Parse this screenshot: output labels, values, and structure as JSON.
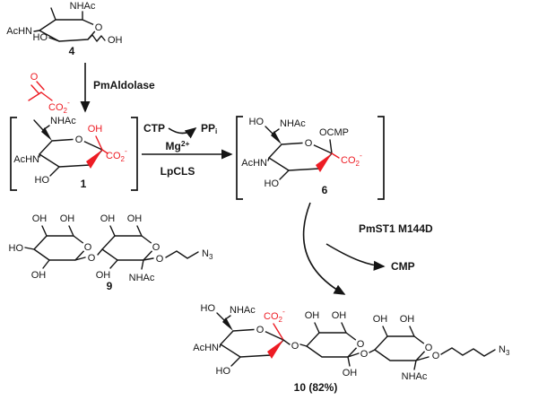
{
  "colors": {
    "highlight": "#ed1c24",
    "ink": "#151515"
  },
  "atoms": {
    "nhac": "NHAc",
    "achn": "AcHN",
    "ho": "HO",
    "oh": "OH",
    "o": "O",
    "ocmp": "OCMP",
    "carboxylate": {
      "main": "CO",
      "sub": "2",
      "sup": "-"
    },
    "azide": {
      "main": "N",
      "sub": "3"
    }
  },
  "compounds": {
    "substrate": {
      "number": "4"
    },
    "aldol_product": {
      "number": "1"
    },
    "cmp_sugar": {
      "number": "6"
    },
    "acceptor": {
      "number": "9"
    },
    "product": {
      "number": "10 (82%)"
    }
  },
  "steps": {
    "aldol": {
      "enzyme": "PmAldolase"
    },
    "activation": {
      "ctp": "CTP",
      "ppi": {
        "main": "PP",
        "sub": "i"
      },
      "mg": {
        "main": "Mg",
        "sup": "2+"
      },
      "enzyme": "LpCLS"
    },
    "transfer": {
      "enzyme": "PmST1 M144D",
      "cmp": "CMP"
    }
  }
}
